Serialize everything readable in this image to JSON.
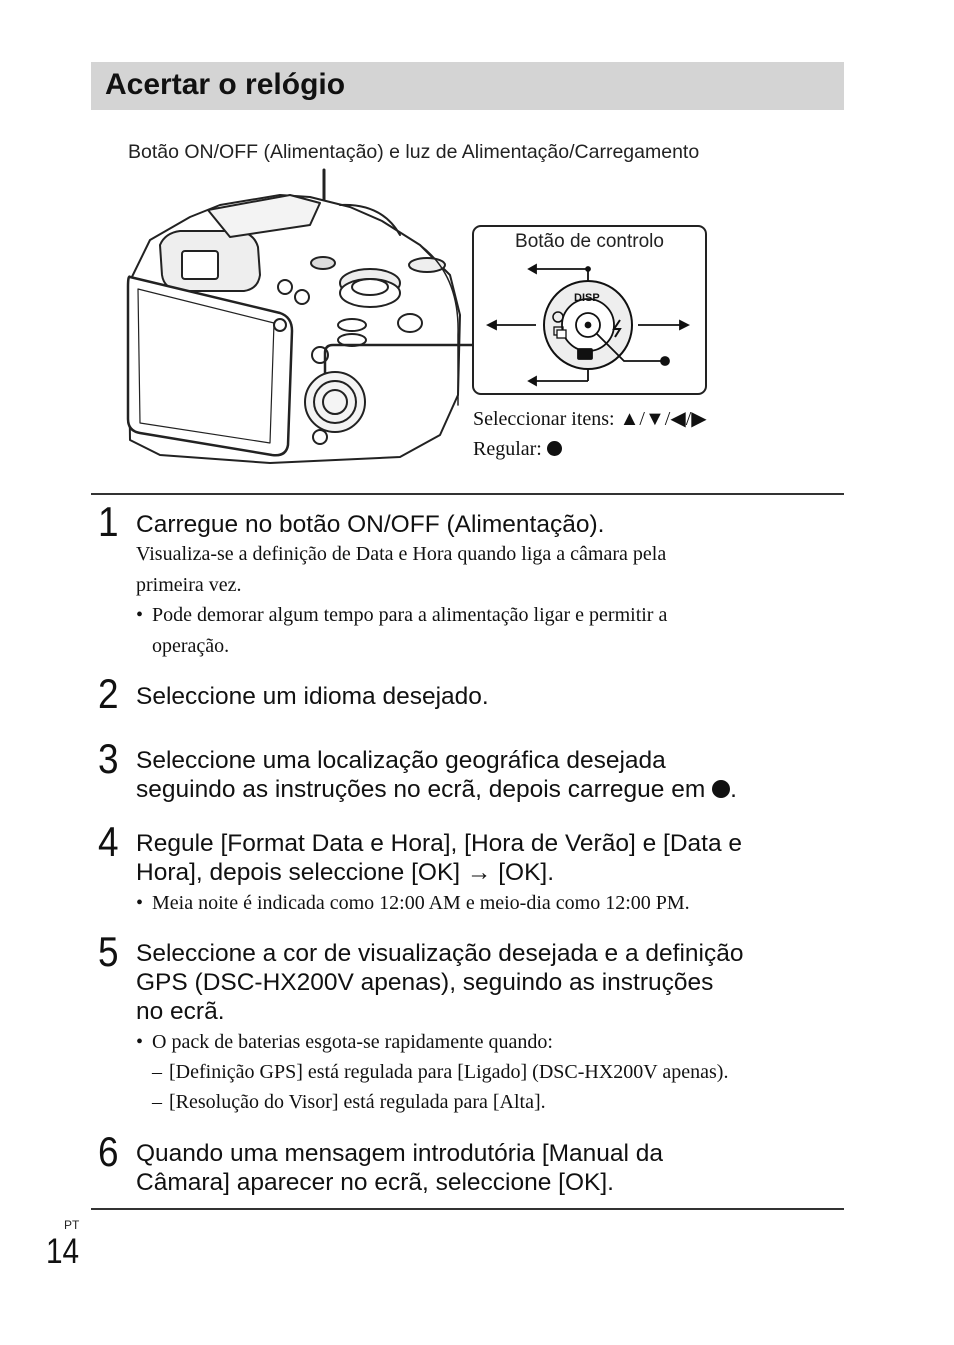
{
  "section_title": "Acertar o relógio",
  "figure": {
    "power_callout": "Botão ON/OFF (Alimentação) e luz de Alimentação/Carregamento",
    "control_title": "Botão de controlo",
    "dial_disp": "DISP",
    "select_label": "Seleccionar itens: ▲/▼/◀/▶",
    "set_label": "Regular: "
  },
  "steps": [
    {
      "number": "1",
      "title": "Carregue no botão ON/OFF (Alimentação).",
      "body_line1": "Visualiza-se a definição de Data e Hora quando liga a câmara pela",
      "body_line2": "primeira vez.",
      "bullet_line1": "Pode demorar algum tempo para a alimentação ligar e permitir a",
      "bullet_line2": "operação."
    },
    {
      "number": "2",
      "title": "Seleccione um idioma desejado."
    },
    {
      "number": "3",
      "title_line1": "Seleccione uma localização geográfica desejada",
      "title_line2": "seguindo as instruções no ecrã, depois carregue em "
    },
    {
      "number": "4",
      "title_line1": "Regule [Format Data e Hora], [Hora de Verão] e [Data e",
      "title_line2": "Hora], depois seleccione [OK] → [OK].",
      "bullet": "Meia noite é indicada como 12:00 AM e meio-dia como 12:00 PM."
    },
    {
      "number": "5",
      "title_line1": "Seleccione a cor de visualização desejada e a definição",
      "title_line2": "GPS (DSC-HX200V apenas), seguindo as instruções",
      "title_line3": "no ecrã.",
      "bullet": "O pack de baterias esgota-se rapidamente quando:",
      "dash1": "[Definição GPS] está regulada para [Ligado] (DSC-HX200V apenas).",
      "dash2": "[Resolução do Visor] está regulada para [Alta]."
    },
    {
      "number": "6",
      "title_line1": "Quando uma mensagem introdutória [Manual da",
      "title_line2": "Câmara] aparecer no ecrã, seleccione [OK]."
    }
  ],
  "page": {
    "lang": "PT",
    "number": "14"
  }
}
